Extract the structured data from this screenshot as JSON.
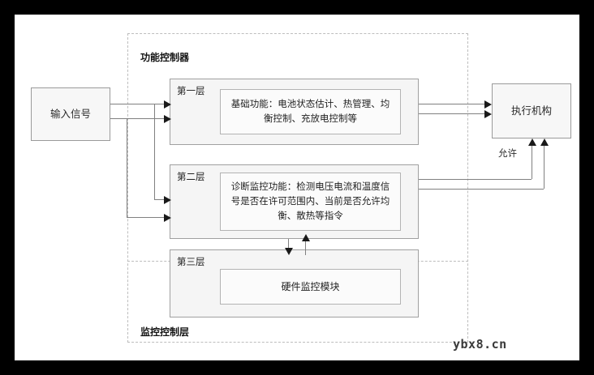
{
  "diagram": {
    "watermark": "ybx8.cn",
    "regions": {
      "functional_controller": "功能控制器",
      "supervisory_layer": "监控控制层"
    },
    "nodes": {
      "input_signal": "输入信号",
      "actuator": "执行机构",
      "permit_label": "允许"
    },
    "layers": [
      {
        "tag": "第一层",
        "content": "基础功能：电池状态估计、热管理、均衡控制、充放电控制等"
      },
      {
        "tag": "第二层",
        "content": "诊断监控功能：检测电压电流和温度信号是否在许可范围内、当前是否允许均衡、散热等指令"
      },
      {
        "tag": "第三层",
        "content": "硬件监控模块"
      }
    ],
    "colors": {
      "frame": "#000000",
      "canvas": "#ffffff",
      "box_fill": "#f7f7f7",
      "box_border": "#9a9a9a",
      "connector": "#808080",
      "arrow_head": "#1a1a1a",
      "dashed_border": "#bdbdbd"
    }
  }
}
